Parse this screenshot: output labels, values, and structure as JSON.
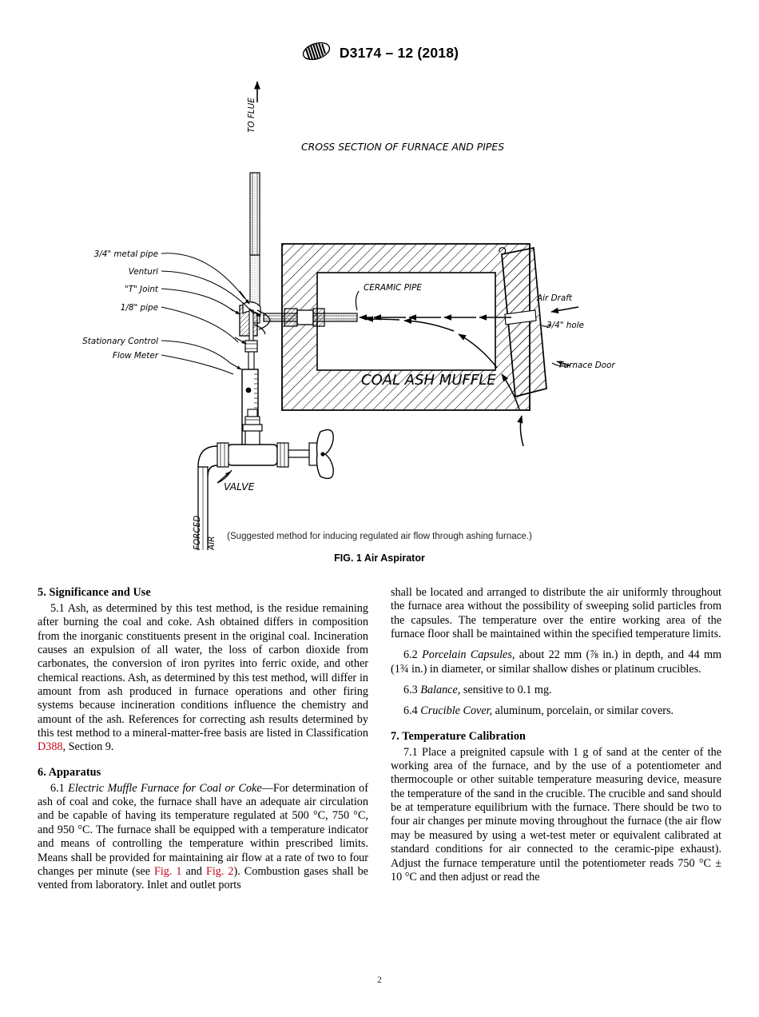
{
  "header": {
    "logo_alt": "astm-logo",
    "designation": "D3174 – 12 (2018)"
  },
  "figure": {
    "title": "CROSS SECTION OF FURNACE AND PIPES",
    "muffle_label": "COAL ASH MUFFLE",
    "labels": {
      "to_flue": "TO FLUE",
      "metal_pipe": "3/4\" metal pipe",
      "venturi": "Venturi",
      "t_joint": "\"T\" Joint",
      "eighth_pipe": "1/8\" pipe",
      "stationary_control": "Stationary Control",
      "flow_meter": "Flow Meter",
      "ceramic_pipe": "CERAMIC PIPE",
      "air_draft": "Air Draft",
      "hole": "3/4\" hole",
      "furnace_door": "Furnace Door",
      "valve": "VALVE",
      "forced": "FORCED",
      "air": "AIR"
    },
    "note": "(Suggested method for inducing regulated air flow through ashing furnace.)",
    "caption": "FIG. 1 Air Aspirator"
  },
  "content": {
    "section5_heading": "5.  Significance and Use",
    "section5_p1_a": "5.1  Ash, as determined by this test method, is the residue remaining after burning the coal and coke. Ash obtained differs in composition from the inorganic constituents present in the original coal. Incineration causes an expulsion of all water, the loss of carbon dioxide from carbonates, the conversion of iron pyrites into ferric oxide, and other chemical reactions. Ash, as determined by this test method, will differ in amount from ash produced in furnace operations and other firing systems because incineration conditions influence the chemistry and amount of the ash. References for correcting ash results determined by this test method to a mineral-matter-free basis are listed in Classification ",
    "section5_p1_link": "D388",
    "section5_p1_b": ", Section 9.",
    "section6_heading": "6.  Apparatus",
    "section6_1_num": "6.1 ",
    "section6_1_italic": "Electric Muffle Furnace for Coal or Coke",
    "section6_1_a": "—For determination of ash of coal and coke, the furnace shall have an adequate air circulation and be capable of having its temperature regulated at 500 °C, 750 °C, and 950 °C. The furnace shall be equipped with a temperature indicator and means of controlling the temperature within prescribed limits. Means shall be provided for maintaining air flow at a rate of two to four changes per minute (see ",
    "section6_1_link1": "Fig. 1",
    "section6_1_mid": " and ",
    "section6_1_link2": "Fig. 2",
    "section6_1_b": "). Combustion gases shall be vented from laboratory. Inlet and outlet ports shall be located and arranged to distribute the air uniformly throughout the furnace area without the possibility of sweeping solid particles from the capsules. The temperature over the entire working area of the furnace floor shall be maintained within the specified temperature limits.",
    "section6_2_num": "6.2 ",
    "section6_2_italic": "Porcelain Capsules,",
    "section6_2_text": " about 22 mm (⅞ in.) in depth, and 44 mm (1¾ in.) in diameter, or similar shallow dishes or platinum crucibles.",
    "section6_3_num": "6.3 ",
    "section6_3_italic": "Balance,",
    "section6_3_text": " sensitive to 0.1 mg.",
    "section6_4_num": "6.4 ",
    "section6_4_italic": "Crucible Cover,",
    "section6_4_text": " aluminum, porcelain, or similar covers.",
    "section7_heading": "7.  Temperature Calibration",
    "section7_1_text": "7.1  Place a preignited capsule with 1 g of sand at the center of the working area of the furnace, and by the use of a potentiometer and thermocouple or other suitable temperature measuring device, measure the temperature of the sand in the crucible. The crucible and sand should be at temperature equilibrium with the furnace. There should be two to four air changes per minute moving throughout the furnace (the air flow may be measured by using a wet-test meter or equivalent calibrated at standard conditions for air connected to the ceramic-pipe exhaust). Adjust the furnace temperature until the potentiometer reads 750 °C ± 10 °C and then adjust or read the"
  },
  "page_number": "2"
}
